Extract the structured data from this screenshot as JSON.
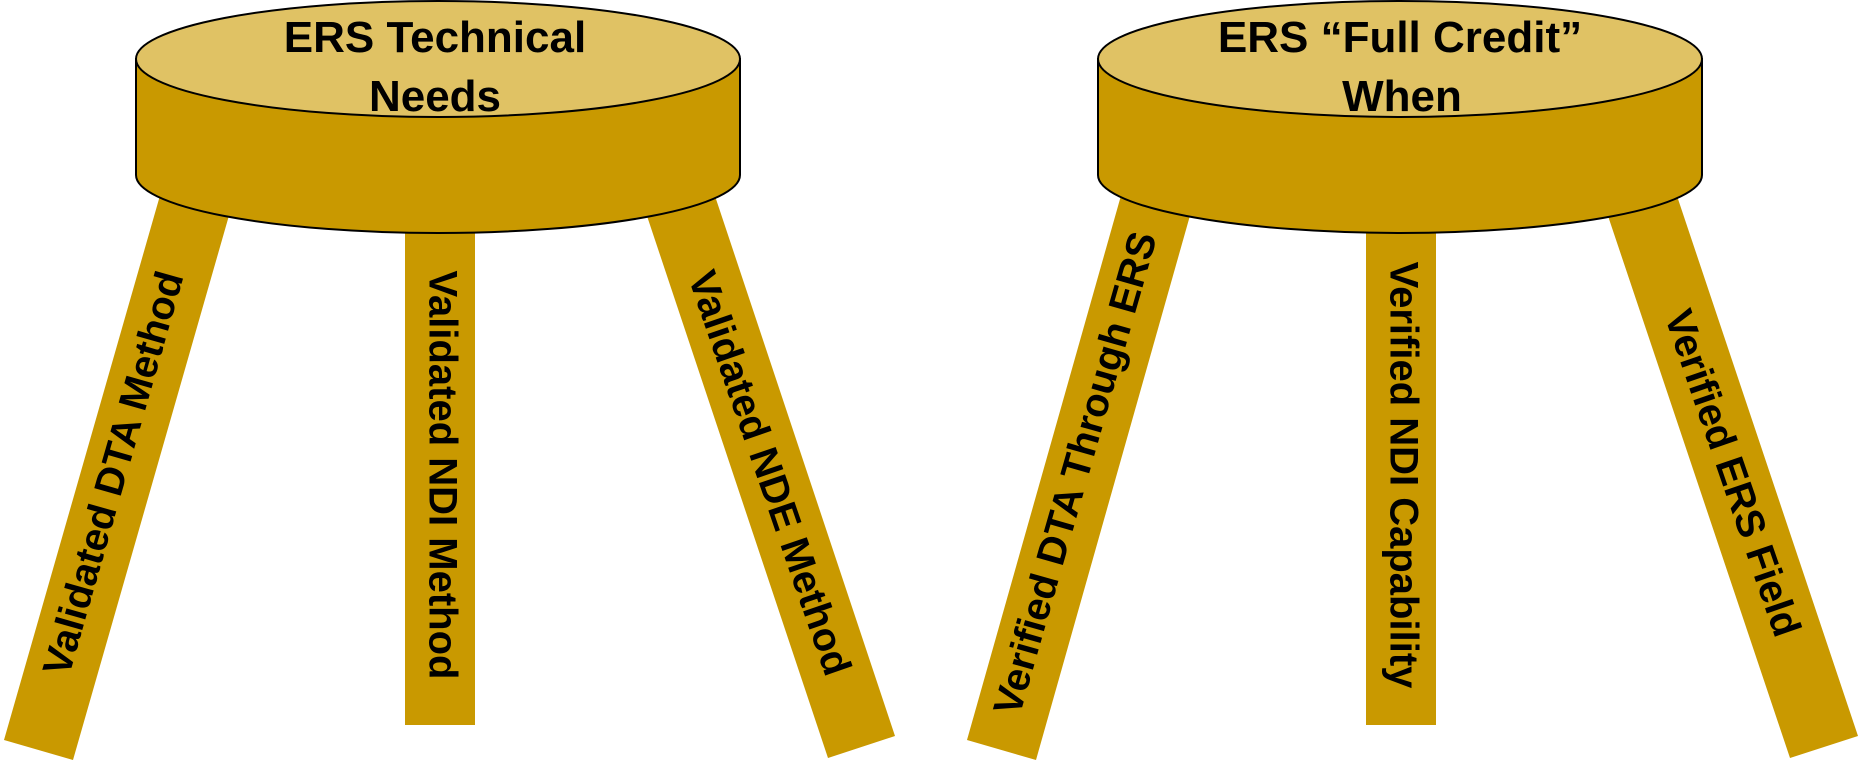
{
  "colors": {
    "seat_top": "#e0c264",
    "stool_body": "#c99900",
    "outline": "#000000",
    "text": "#000000",
    "background": "#ffffff"
  },
  "stools": [
    {
      "title_line1": "ERS Technical",
      "title_line2": "Needs",
      "legs": [
        "Validated DTA Method",
        "Validated NDI Method",
        "Validated NDE Method"
      ]
    },
    {
      "title_line1": "ERS “Full Credit”",
      "title_line2": "When",
      "legs": [
        "Verified DTA Through ERS",
        "Verified NDI Capability",
        "Verified ERS Field"
      ]
    }
  ]
}
